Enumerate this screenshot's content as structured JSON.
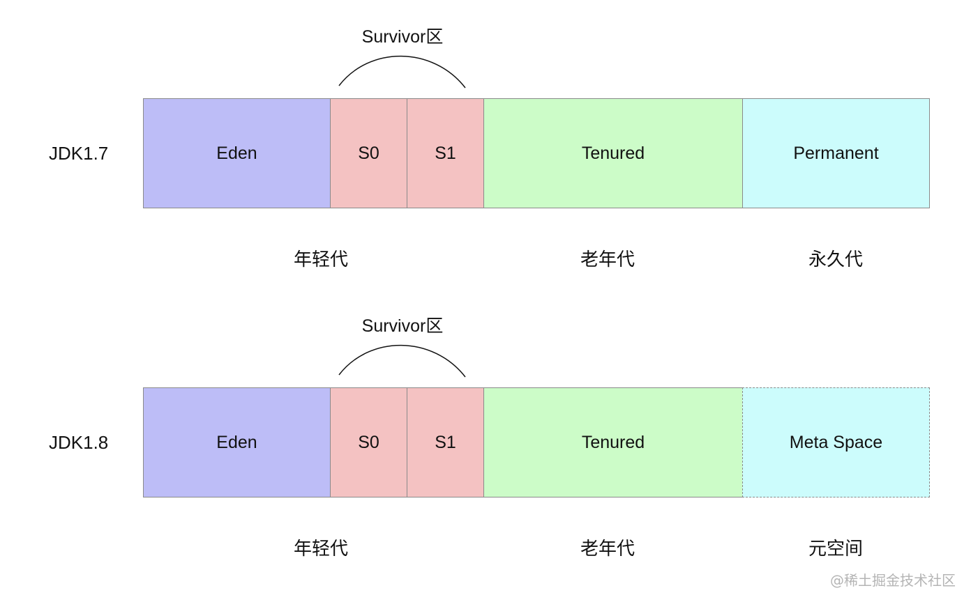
{
  "diagram": {
    "rows": [
      {
        "label": "JDK1.7",
        "survivor_label": "Survivor区",
        "cells": {
          "eden": "Eden",
          "s0": "S0",
          "s1": "S1",
          "tenured": "Tenured",
          "last": "Permanent"
        },
        "generations": {
          "young": "年轻代",
          "old": "老年代",
          "last": "永久代"
        }
      },
      {
        "label": "JDK1.8",
        "survivor_label": "Survivor区",
        "cells": {
          "eden": "Eden",
          "s0": "S0",
          "s1": "S1",
          "tenured": "Tenured",
          "last": "Meta Space"
        },
        "generations": {
          "young": "年轻代",
          "old": "老年代",
          "last": "元空间"
        }
      }
    ],
    "colors": {
      "eden": "#bdbdf7",
      "survivor": "#f4c2c2",
      "tenured": "#ccfcc8",
      "permanent": "#ccfcfc",
      "border": "#8a8a8a"
    }
  },
  "watermark": "@稀土掘金技术社区"
}
